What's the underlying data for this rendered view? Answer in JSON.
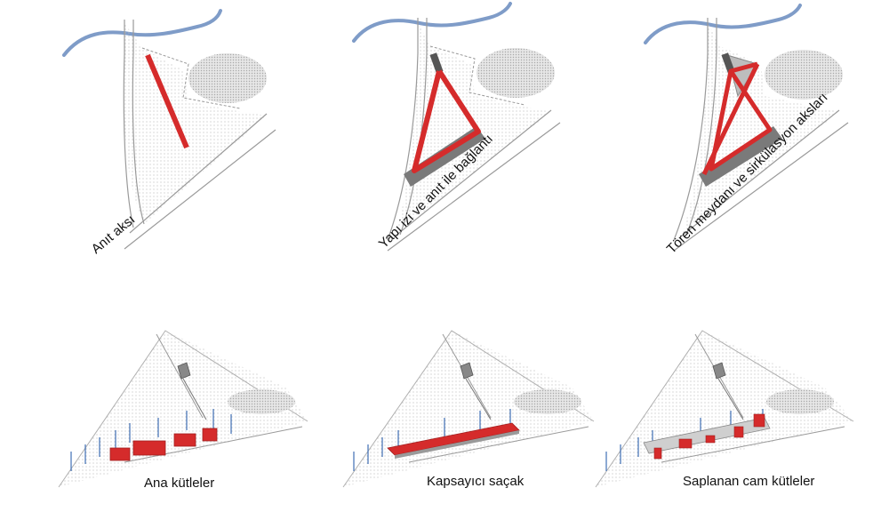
{
  "colors": {
    "accent_red": "#d52b2b",
    "water_blue": "#7f9cc8",
    "mass_grey": "#7a7a7a",
    "pole_blue": "#3f6fb5",
    "hatch_grey": "#c8c8c8",
    "line_grey": "#9a9a9a"
  },
  "panels": [
    {
      "label": "Anıt  aksı"
    },
    {
      "label": "Yapı izi  ve anıt ile bağlantı"
    },
    {
      "label": "Tören meydanı ve sirkülasyon aksları"
    },
    {
      "label": "Ana kütleler"
    },
    {
      "label": "Kapsayıcı saçak"
    },
    {
      "label": "Saplanan cam kütleler"
    }
  ]
}
